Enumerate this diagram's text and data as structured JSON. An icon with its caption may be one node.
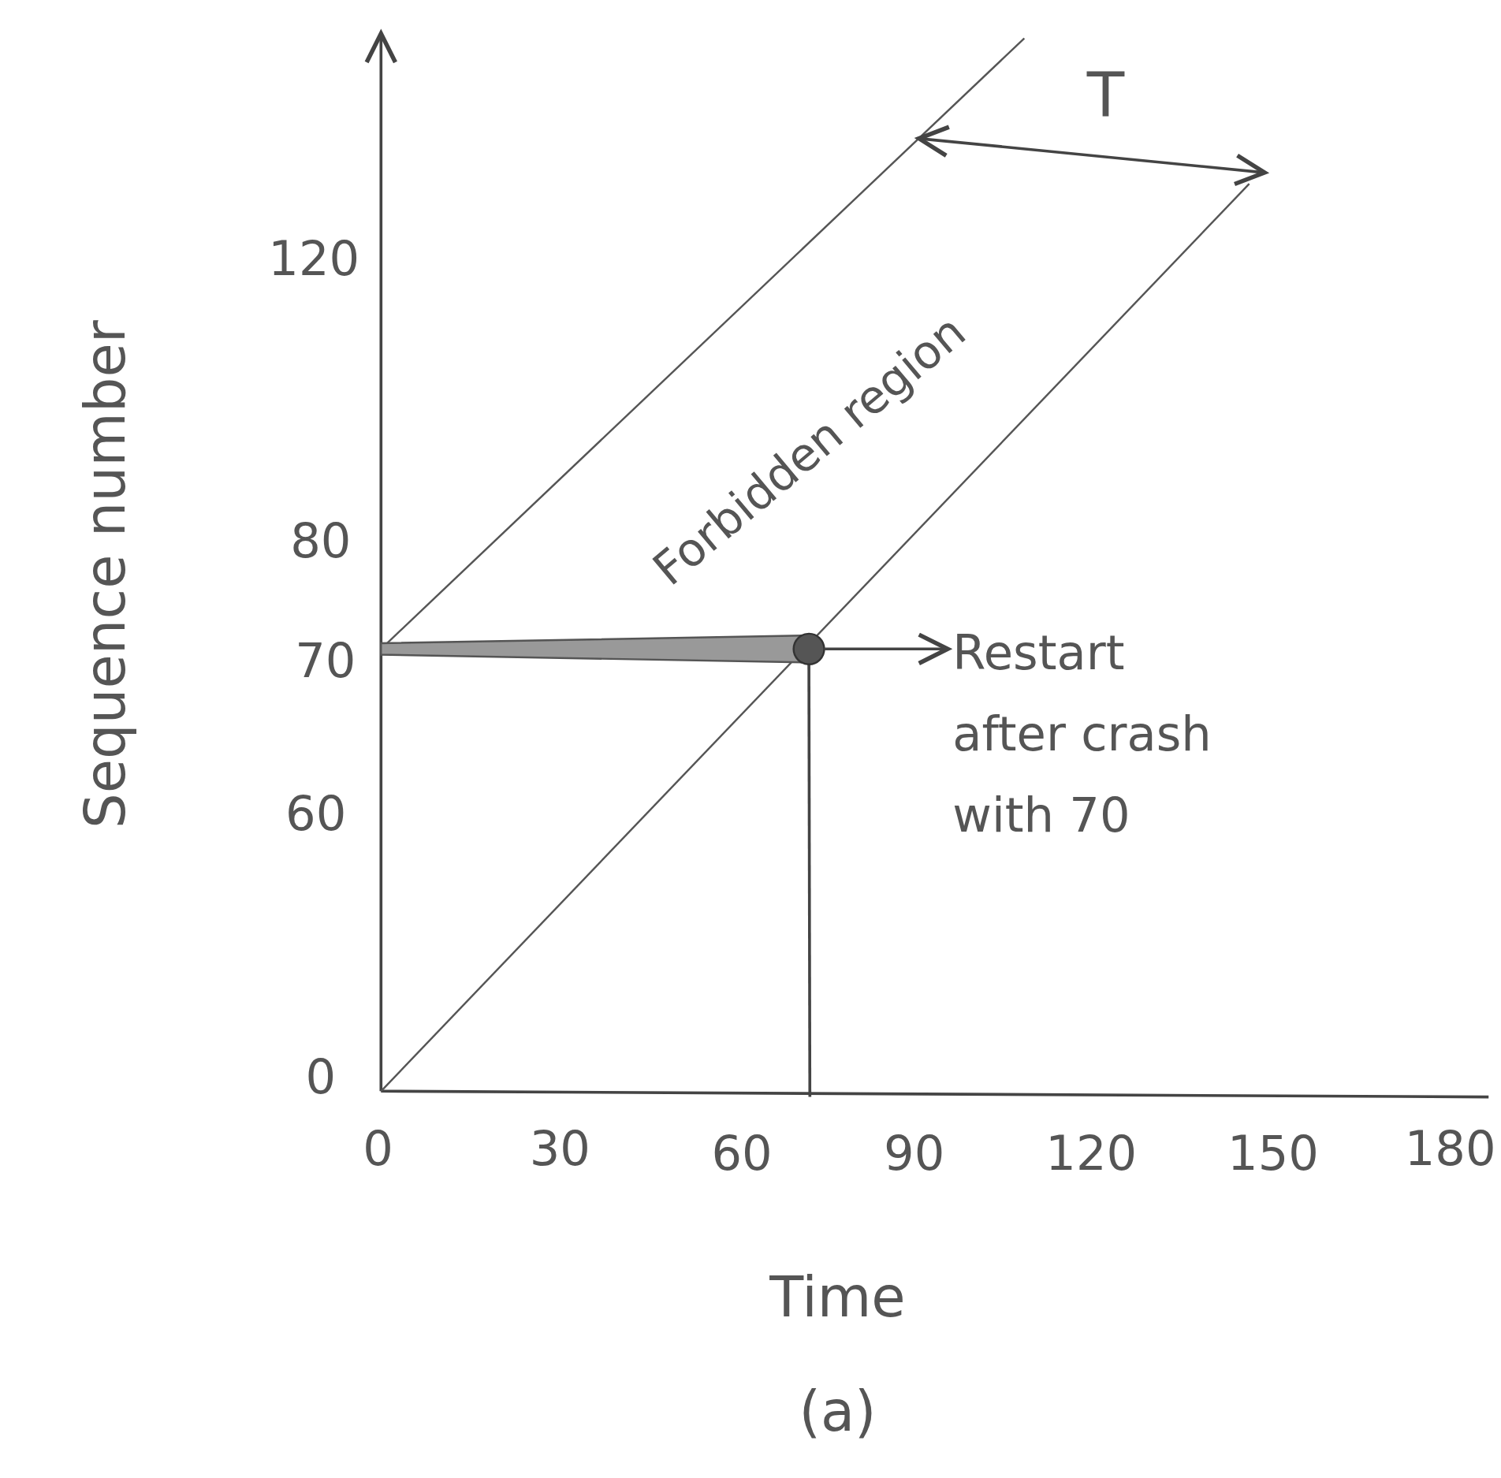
{
  "diagram": {
    "caption": "(a)",
    "nodes": [
      {
        "text": [],
        "shape": "circle"
      },
      {
        "text": [
          "Restart after crash with 70"
        ]
      }
    ],
    "edges": [
      {
        "from": 0,
        "to": 1,
        "arrow": "to"
      }
    ],
    "labels": [
      "Sequence number",
      "T",
      "120",
      "Forbidden region",
      "80",
      "70",
      "60",
      "0",
      "0",
      "30",
      "60",
      "90",
      "120",
      "150",
      "180",
      "Time"
    ]
  }
}
